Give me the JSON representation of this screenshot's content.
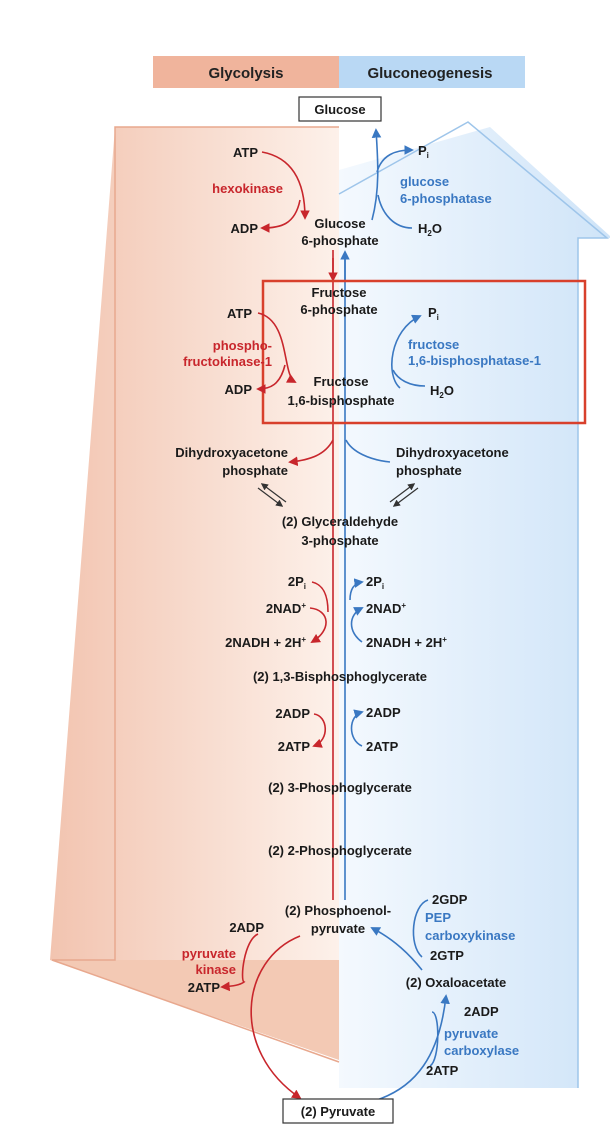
{
  "header": {
    "glycolysis": "Glycolysis",
    "gluconeogenesis": "Gluconeogenesis"
  },
  "colors": {
    "glycolysis": "#c8262c",
    "gluconeogenesis": "#3a78c2",
    "highlight_box": "#d8402c"
  },
  "metabolites": {
    "glucose": "Glucose",
    "g6p_1": "Glucose",
    "g6p_2": "6-phosphate",
    "f6p_1": "Fructose",
    "f6p_2": "6-phosphate",
    "fbp_1": "Fructose",
    "fbp_2": "1,6-bisphosphate",
    "dhap_left_1": "Dihydroxyacetone",
    "dhap_left_2": "phosphate",
    "dhap_right_1": "Dihydroxyacetone",
    "dhap_right_2": "phosphate",
    "gap_1": "(2) Glyceraldehyde",
    "gap_2": "3-phosphate",
    "bpg": "(2) 1,3-Bisphosphoglycerate",
    "pg3": "(2) 3-Phosphoglycerate",
    "pg2": "(2) 2-Phosphoglycerate",
    "pep_1": "(2) Phosphoenol-",
    "pep_2": "pyruvate",
    "oaa": "(2) Oxaloacetate",
    "pyruvate": "(2) Pyruvate"
  },
  "enzymes": {
    "hexokinase": "hexokinase",
    "g6pase_1": "glucose",
    "g6pase_2": "6-phosphatase",
    "pfk_1": "phospho-",
    "pfk_2": "fructokinase-1",
    "fbpase_1": "fructose",
    "fbpase_2": "1,6-bisphosphatase-1",
    "pk_1": "pyruvate",
    "pk_2": "kinase",
    "pepck_1": "PEP",
    "pepck_2": "carboxykinase",
    "pc_1": "pyruvate",
    "pc_2": "carboxylase"
  },
  "cofactors": {
    "hk_atp": "ATP",
    "hk_adp": "ADP",
    "g6p_pi": "P",
    "g6p_pi_sub": "i",
    "g6p_h2o_a": "H",
    "g6p_h2o_sub": "2",
    "g6p_h2o_b": "O",
    "pfk_atp": "ATP",
    "pfk_adp": "ADP",
    "fbp_pi": "P",
    "fbp_pi_sub": "i",
    "fbp_h2o_a": "H",
    "fbp_h2o_sub": "2",
    "fbp_h2o_b": "O",
    "gapdh_l_pi": "2P",
    "gapdh_l_pi_sub": "i",
    "gapdh_l_nad": "2NAD",
    "gapdh_l_nad_sup": "+",
    "gapdh_l_nadh": "2NADH + 2H",
    "gapdh_l_nadh_sup": "+",
    "gapdh_r_pi": "2P",
    "gapdh_r_pi_sub": "i",
    "gapdh_r_nad": "2NAD",
    "gapdh_r_nad_sup": "+",
    "gapdh_r_nadh": "2NADH + 2H",
    "gapdh_r_nadh_sup": "+",
    "pgk_l_adp": "2ADP",
    "pgk_l_atp": "2ATP",
    "pgk_r_adp": "2ADP",
    "pgk_r_atp": "2ATP",
    "pk_adp": "2ADP",
    "pk_atp": "2ATP",
    "pepck_gdp": "2GDP",
    "pepck_gtp": "2GTP",
    "pc_adp": "2ADP",
    "pc_atp": "2ATP"
  }
}
